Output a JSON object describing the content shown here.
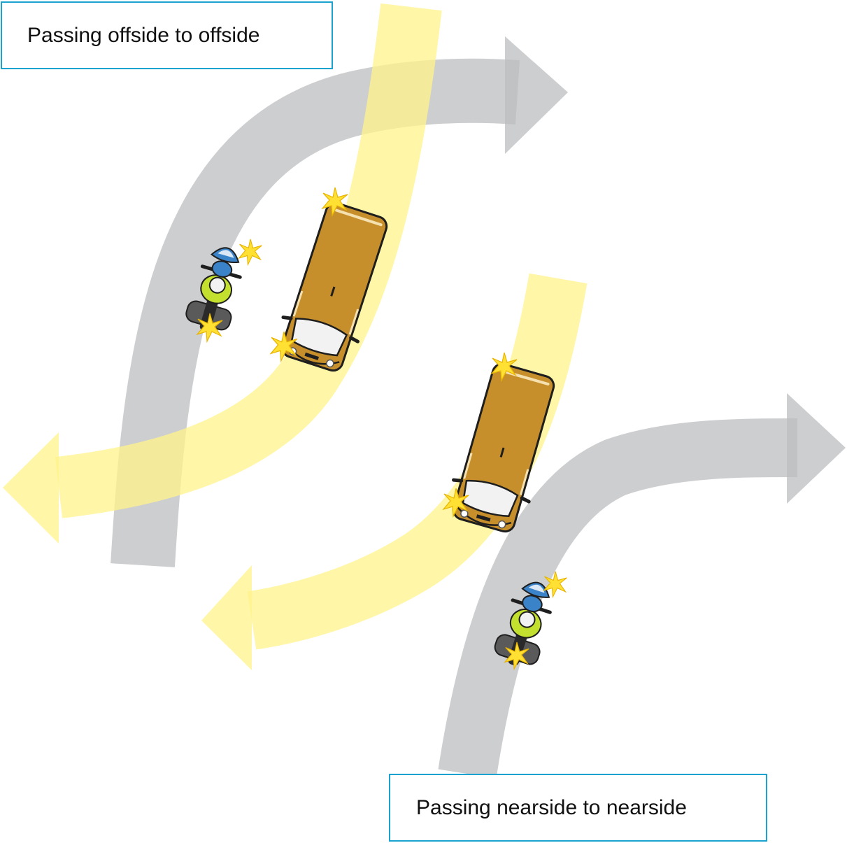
{
  "captions": {
    "top": "Passing offside to offside",
    "bottom": "Passing nearside to nearside"
  },
  "colors": {
    "motorcycle_path": "#bcbec0",
    "van_path": "#fff38a",
    "van_body": "#c68f2c",
    "star": "#ffe033",
    "caption_border": "#1aa3cf",
    "rider_jacket": "#c4e02e",
    "bike_blue": "#3b83c8"
  },
  "scenes": [
    {
      "id": "offside",
      "vehicles": [
        "motorcycle",
        "van"
      ]
    },
    {
      "id": "nearside",
      "vehicles": [
        "motorcycle",
        "van"
      ]
    }
  ],
  "icons": [
    "star-icon",
    "van-icon",
    "motorcycle-icon",
    "arrow-icon"
  ]
}
